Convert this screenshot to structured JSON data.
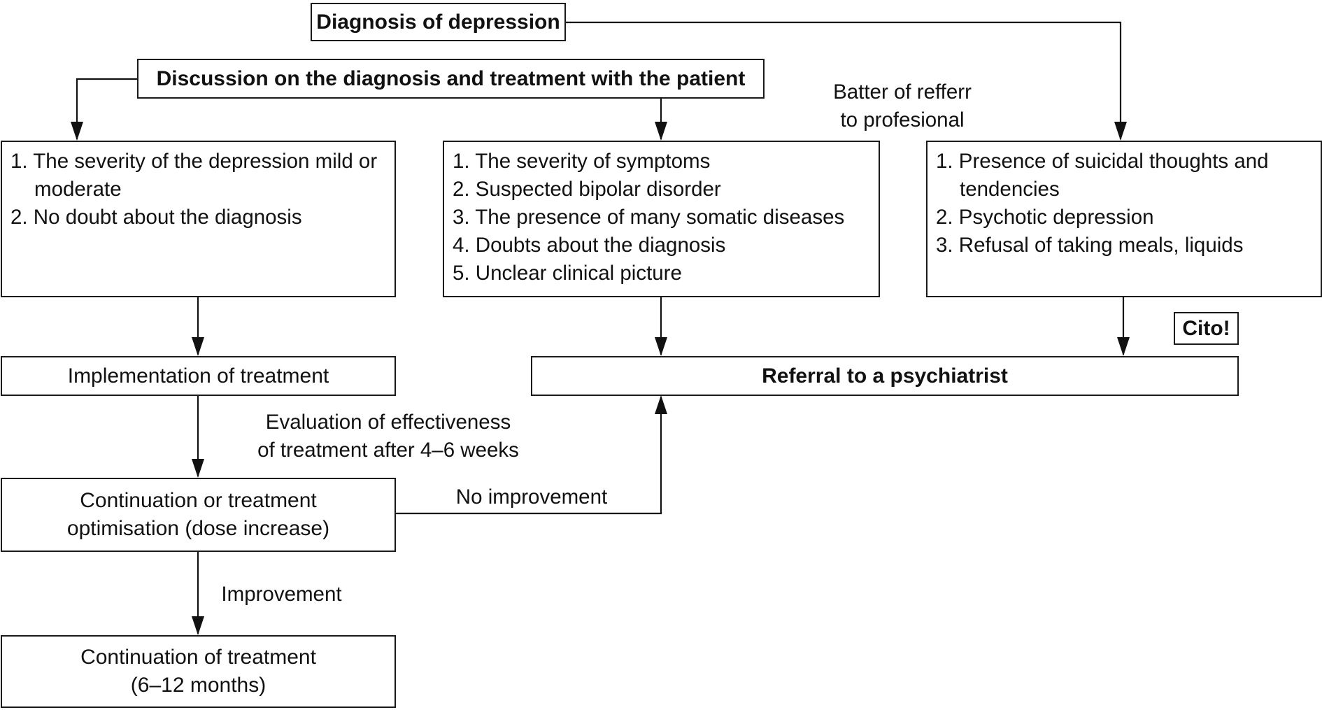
{
  "diagram": {
    "type": "flowchart",
    "nodes": {
      "diagnosis": "Diagnosis of depression",
      "discussion": "Discussion on the diagnosis and treatment with the patient",
      "mild_criteria": [
        "1. The severity of the depression mild or moderate",
        "2. No doubt about the diagnosis"
      ],
      "referral_criteria": [
        "1. The severity of symptoms",
        "2. Suspected bipolar disorder",
        "3. The presence of many somatic diseases",
        "4. Doubts about the diagnosis",
        "5. Unclear clinical picture"
      ],
      "urgent_criteria": [
        "1. Presence of suicidal thoughts and tendencies",
        "2. Psychotic depression",
        "3. Refusal of taking meals, liquids"
      ],
      "implementation": "Implementation of treatment",
      "referral": "Referral to a psychiatrist",
      "cito": "Cito!",
      "continuation_or_optimisation_line1": "Continuation or treatment",
      "continuation_or_optimisation_line2": "optimisation (dose increase)",
      "continuation_final_line1": "Continuation of treatment",
      "continuation_final_line2": "(6–12 months)"
    },
    "edge_labels": {
      "better_refer_line1": "Batter of refferr",
      "better_refer_line2": "to profesional",
      "evaluation_line1": "Evaluation of effectiveness",
      "evaluation_line2": "of treatment after 4–6 weeks",
      "no_improvement": "No improvement",
      "improvement": "Improvement"
    },
    "edges": [
      {
        "from": "diagnosis",
        "to": "urgent_criteria"
      },
      {
        "from": "discussion",
        "to": "mild_criteria"
      },
      {
        "from": "discussion",
        "to": "referral_criteria"
      },
      {
        "from": "mild_criteria",
        "to": "implementation"
      },
      {
        "from": "referral_criteria",
        "to": "referral"
      },
      {
        "from": "urgent_criteria",
        "to": "referral",
        "label": "Cito!"
      },
      {
        "from": "implementation",
        "to": "continuation_or_optimisation",
        "label": "Evaluation of effectiveness of treatment after 4–6 weeks"
      },
      {
        "from": "continuation_or_optimisation",
        "to": "referral",
        "label": "No improvement"
      },
      {
        "from": "continuation_or_optimisation",
        "to": "continuation_final",
        "label": "Improvement"
      }
    ]
  }
}
